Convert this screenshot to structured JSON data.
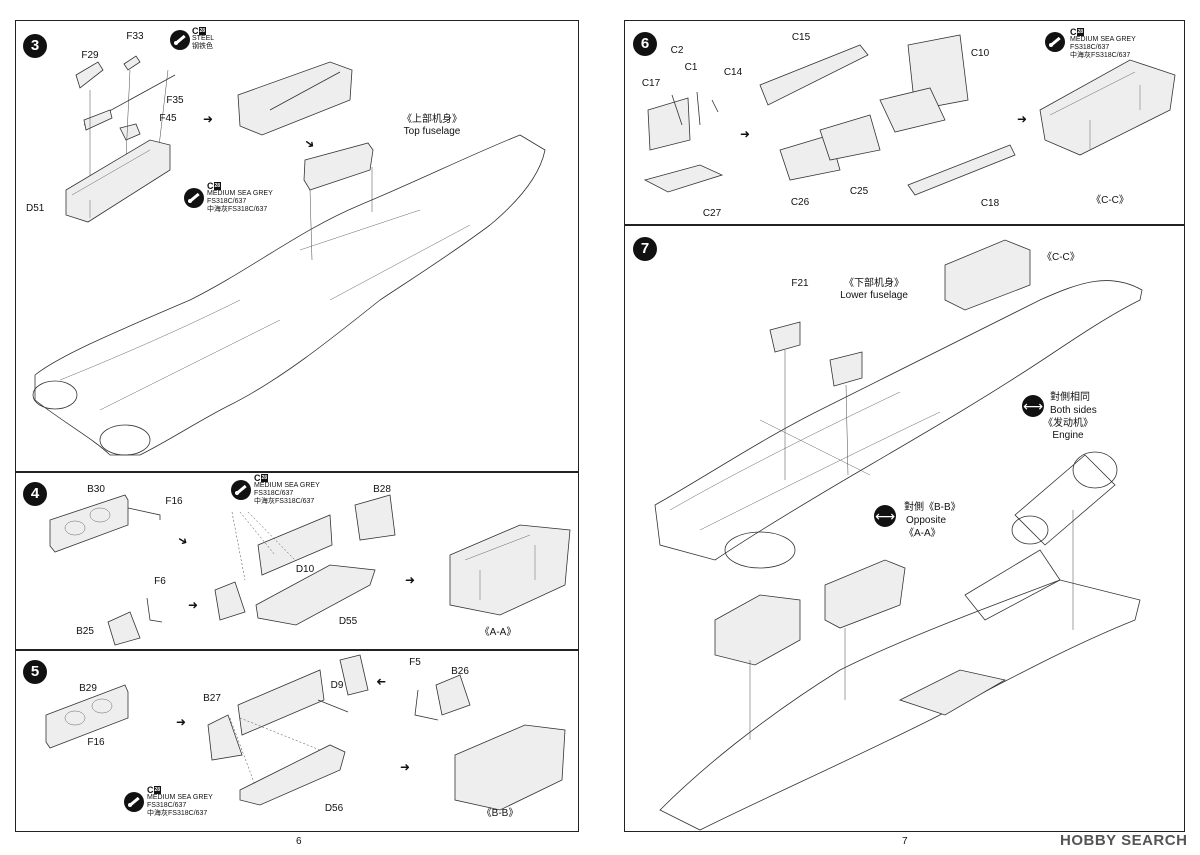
{
  "pages": {
    "left": "6",
    "right": "7"
  },
  "watermark": "HOBBY SEARCH",
  "paint": {
    "code": "C",
    "mark": "28",
    "steel_en": "STEEL",
    "steel_cn": "钢铁色",
    "grey_en": "MEDIUM SEA GREY",
    "grey_fs": "FS318C/637",
    "grey_cn": "中海灰FS318C/637"
  },
  "steps": {
    "s3": {
      "number": "3",
      "parts": [
        "F33",
        "F29",
        "F35",
        "F45",
        "D51"
      ],
      "fus_cn": "《上部机身》",
      "fus_en": "Top fuselage"
    },
    "s4": {
      "number": "4",
      "parts": [
        "B30",
        "F16",
        "B28",
        "D10",
        "F6",
        "B25",
        "D55"
      ],
      "view": "《A-A》"
    },
    "s5": {
      "number": "5",
      "parts": [
        "B29",
        "B27",
        "D9",
        "F5",
        "B26",
        "F16",
        "D56"
      ],
      "view": "《B-B》"
    },
    "s6": {
      "number": "6",
      "parts": [
        "C2",
        "C1",
        "C14",
        "C17",
        "C15",
        "C10",
        "C27",
        "C26",
        "C25",
        "C18"
      ],
      "view": "《C-C》"
    },
    "s7": {
      "number": "7",
      "part": "F21",
      "fus_cn": "《下部机身》",
      "fus_en": "Lower fuselage",
      "cc": "《C-C》",
      "both_cn": "對側相同",
      "both_en": "Both sides",
      "eng_cn": "《发动机》",
      "eng_en": "Engine",
      "opp_cn": "對側《B-B》",
      "opp_en": "Opposite",
      "aa": "《A-A》"
    }
  }
}
